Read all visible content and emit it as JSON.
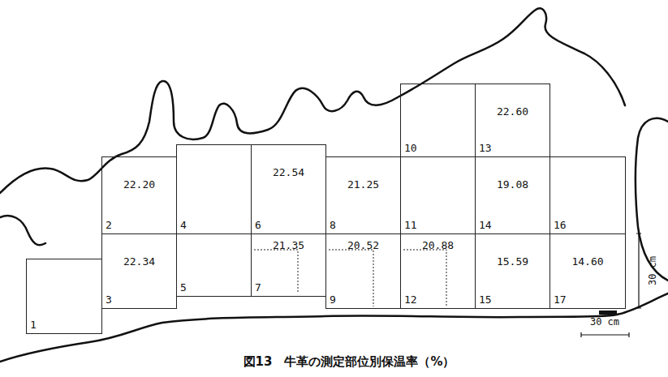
{
  "diagram": {
    "caption": "図13　牛革の測定部位別保温率（%）",
    "nodes": [
      {
        "text": [
          "1"
        ]
      },
      {
        "text": [
          "22.20",
          "2"
        ]
      },
      {
        "text": [
          "22.34",
          "3"
        ]
      },
      {
        "text": [
          "4"
        ]
      },
      {
        "text": [
          "5"
        ]
      },
      {
        "text": [
          "22.54",
          "6"
        ]
      },
      {
        "text": [
          "21.35",
          "7"
        ]
      },
      {
        "text": [
          "21.25",
          "8"
        ]
      },
      {
        "text": [
          "20.52",
          "9"
        ]
      },
      {
        "text": [
          "10"
        ]
      },
      {
        "text": [
          "11"
        ]
      },
      {
        "text": [
          "20.88",
          "12"
        ]
      },
      {
        "text": [
          "22.60",
          "13"
        ]
      },
      {
        "text": [
          "19.08",
          "14"
        ]
      },
      {
        "text": [
          "15.59",
          "15"
        ]
      },
      {
        "text": [
          "16"
        ]
      },
      {
        "text": [
          "14.60",
          "17"
        ]
      }
    ],
    "labels": [
      "30 cm",
      "30 cm"
    ]
  }
}
